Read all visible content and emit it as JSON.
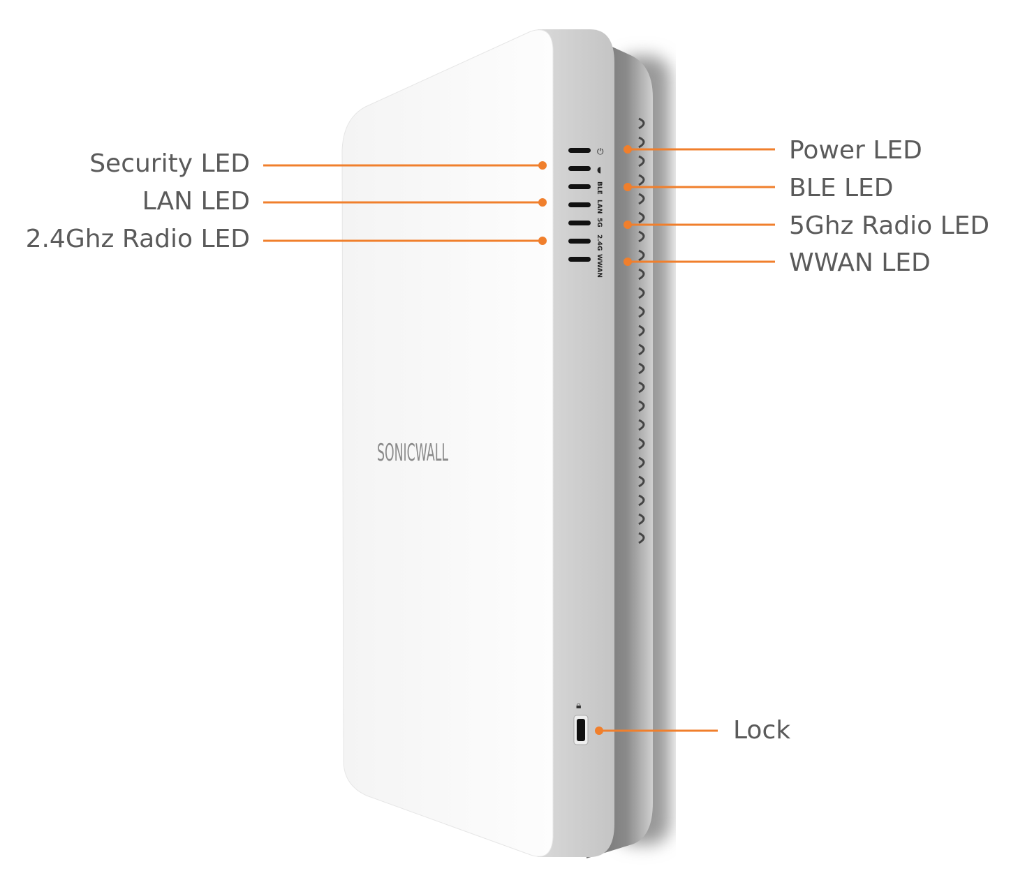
{
  "brand": "SONICWALL",
  "accent_color": "#f07f2c",
  "device_led_markings": [
    "BLE",
    "LAN",
    "5G",
    "2.4G",
    "WWAN"
  ],
  "callouts_left": [
    "Security LED",
    "LAN LED",
    "2.4Ghz Radio LED"
  ],
  "callouts_right": [
    "Power LED",
    "BLE LED",
    "5Ghz Radio LED",
    "WWAN LED"
  ],
  "callout_lock": "Lock"
}
